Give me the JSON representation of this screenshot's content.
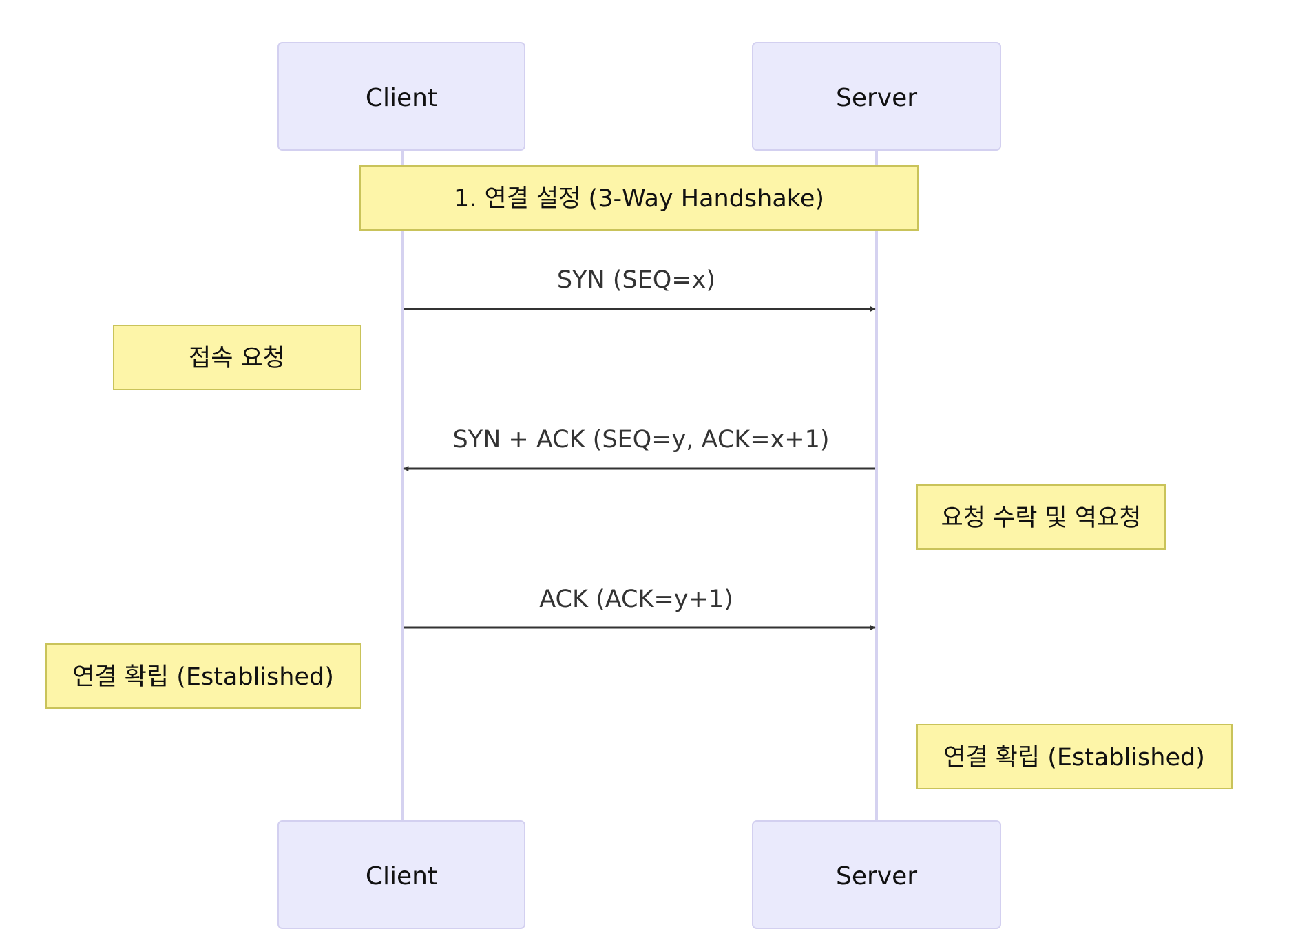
{
  "actors": {
    "client": "Client",
    "server": "Server"
  },
  "phase_note": "1. 연결 설정 (3-Way Handshake)",
  "messages": [
    {
      "label": "SYN (SEQ=x)",
      "from": "client",
      "to": "server"
    },
    {
      "label": "SYN + ACK (SEQ=y, ACK=x+1)",
      "from": "server",
      "to": "client"
    },
    {
      "label": "ACK (ACK=y+1)",
      "from": "client",
      "to": "server"
    }
  ],
  "notes": {
    "client_request": "접속 요청",
    "server_accept": "요청 수락 및 역요청",
    "client_established": "연결 확립 (Established)",
    "server_established": "연결 확립 (Established)"
  },
  "colors": {
    "actor_fill": "#eaeafc",
    "actor_stroke": "#d3d0f0",
    "lifeline": "#d5d2f0",
    "note_fill": "#fdf5a8",
    "note_stroke": "#c9c35a",
    "arrow": "#333333"
  }
}
